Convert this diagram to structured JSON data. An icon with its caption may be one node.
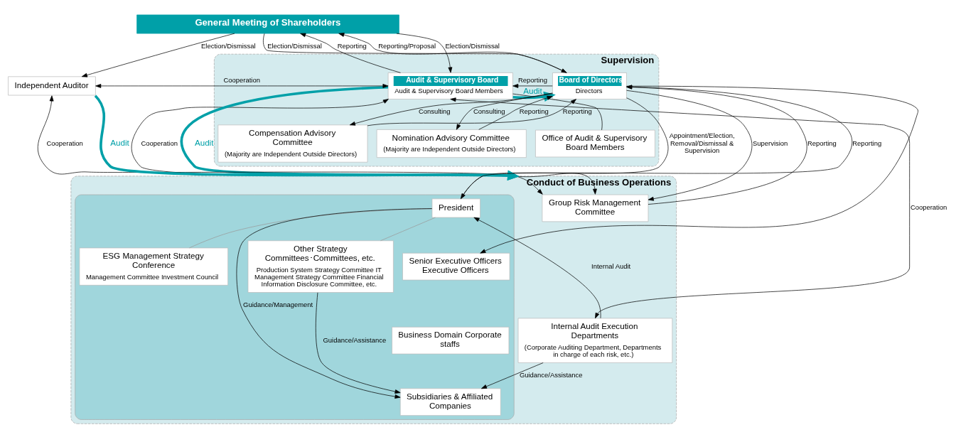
{
  "diagram": {
    "nodes": [
      {
        "text": [
          "General Meeting of Shareholders"
        ]
      },
      {
        "text": [
          "Supervision"
        ]
      },
      {
        "text": [
          "Independent Auditor"
        ]
      },
      {
        "text": [
          "Audit & Supervisory Board",
          "Audit & Supervisory Board Members"
        ],
        "in": 1
      },
      {
        "text": [
          "Office of Audit & Supervisory Board Members"
        ],
        "in": 1
      },
      {
        "text": [
          "Board of Directors",
          "Directors"
        ],
        "in": 1
      },
      {
        "text": [
          "Nomination Advisory Committee",
          "(Majority are Independent Outside Directors)"
        ],
        "in": 1
      },
      {
        "text": [
          "Compensation Advisory Committee",
          "(Majority are Independent Outside Directors)"
        ],
        "in": 1
      },
      {
        "text": [
          "Conduct of Business Operations"
        ]
      },
      {
        "text": [
          "Group Risk Management Committee"
        ],
        "in": 8
      },
      {
        "text": [
          "Internal Audit Execution Departments",
          "(Corporate Auditing Department, Departments in charge of each risk, etc.)"
        ],
        "in": 8
      },
      {
        "text": [],
        "shape": "box",
        "in": 8
      },
      {
        "text": [
          "President"
        ],
        "in": 11
      },
      {
        "text": [
          "Senior Executive Officers Executive Officers"
        ],
        "in": 11
      },
      {
        "text": [
          "ESG Management Strategy Conference",
          "Management Committee Investment Council"
        ],
        "in": 11
      },
      {
        "text": [
          "Other Strategy Committees･Committees, etc.",
          "Production System Strategy Committee IT Management Strategy Committee Financial Information Disclosure Committee, etc."
        ],
        "in": 11
      },
      {
        "text": [
          "Business Domain Corporate staffs"
        ],
        "in": 11
      },
      {
        "text": [
          "Subsidiaries & Affiliated Companies"
        ],
        "in": 11
      }
    ],
    "edges": [
      {
        "from": 0,
        "to": 2,
        "arrow": "to",
        "label": "Election/Dismissal"
      },
      {
        "from": 3,
        "to": 0,
        "arrow": "to",
        "label": "Reporting"
      },
      {
        "from": 0,
        "to": 3,
        "arrow": "to",
        "label": "Election/Dismissal"
      },
      {
        "from": 5,
        "to": 0,
        "arrow": "to",
        "label": "Reporting/Proposal"
      },
      {
        "from": 0,
        "to": 5,
        "arrow": "to",
        "label": "Election/Dismissal"
      },
      {
        "from": 2,
        "to": 3,
        "arrow": "both",
        "label": "Cooperation"
      },
      {
        "from": 3,
        "to": 9,
        "arrow": "both",
        "label": "Cooperation"
      },
      {
        "from": 3,
        "to": 10,
        "arrow": "both",
        "label": "Cooperation"
      },
      {
        "from": 2,
        "to": 9,
        "arrow": "both",
        "label": "Cooperation"
      },
      {
        "from": 2,
        "to": 8,
        "arrow": "to",
        "label": "Audit",
        "style": "thick",
        "color": "#00a0a8"
      },
      {
        "from": 3,
        "to": 5,
        "arrow": "to",
        "label": "Audit",
        "style": "thick",
        "color": "#00a0a8"
      },
      {
        "from": 3,
        "to": 8,
        "arrow": "to",
        "label": "Audit",
        "style": "thick",
        "color": "#00a0a8"
      },
      {
        "from": 3,
        "to": 4,
        "arrow": "none"
      },
      {
        "from": 5,
        "to": 3,
        "arrow": "to",
        "label": "Reporting"
      },
      {
        "from": 5,
        "to": 6,
        "arrow": "to",
        "label": "Consulting"
      },
      {
        "from": 6,
        "to": 5,
        "arrow": "to",
        "label": "Reporting"
      },
      {
        "from": 5,
        "to": 7,
        "arrow": "to",
        "label": "Consulting"
      },
      {
        "from": 7,
        "to": 5,
        "arrow": "to",
        "label": "Reporting"
      },
      {
        "from": 9,
        "to": 5,
        "arrow": "to",
        "label": "Reporting"
      },
      {
        "from": 5,
        "to": 9,
        "arrow": "to",
        "label": "Supervision"
      },
      {
        "from": 11,
        "to": 5,
        "arrow": "to",
        "label": "Reporting"
      },
      {
        "from": 5,
        "to": 12,
        "arrow": "to",
        "label": "Appointment/Election, Removal/Dismissal & Supervision"
      },
      {
        "from": 5,
        "to": 13,
        "arrow": "to"
      },
      {
        "from": 12,
        "to": 14,
        "arrow": "none",
        "color": "#999999"
      },
      {
        "from": 12,
        "to": 15,
        "arrow": "none",
        "color": "#999999"
      },
      {
        "from": 10,
        "to": 12,
        "arrow": "to",
        "label": "Internal Audit"
      },
      {
        "from": 10,
        "to": 17,
        "arrow": "to",
        "label": "Guidance/Assistance"
      },
      {
        "from": 12,
        "to": 17,
        "arrow": "to",
        "label": "Guidance/Management"
      },
      {
        "from": 15,
        "to": 17,
        "arrow": "to",
        "label": "Guidance/Assistance"
      }
    ]
  }
}
